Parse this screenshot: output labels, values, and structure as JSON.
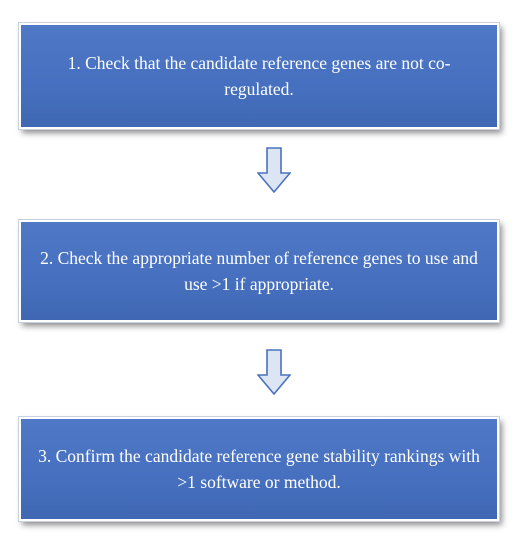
{
  "steps": [
    {
      "label": "1. Check that the candidate reference genes are not co-regulated."
    },
    {
      "label": "2. Check the appropriate number of reference genes to use and use >1 if appropriate."
    },
    {
      "label": "3. Confirm the candidate reference gene stability rankings with >1 software or method."
    }
  ],
  "colors": {
    "box_fill": "#4771c0",
    "box_text": "#ffffff",
    "arrow_fill": "#dbe5f4",
    "arrow_stroke": "#4a72be"
  },
  "icons": {
    "connector": "down-arrow-icon"
  }
}
